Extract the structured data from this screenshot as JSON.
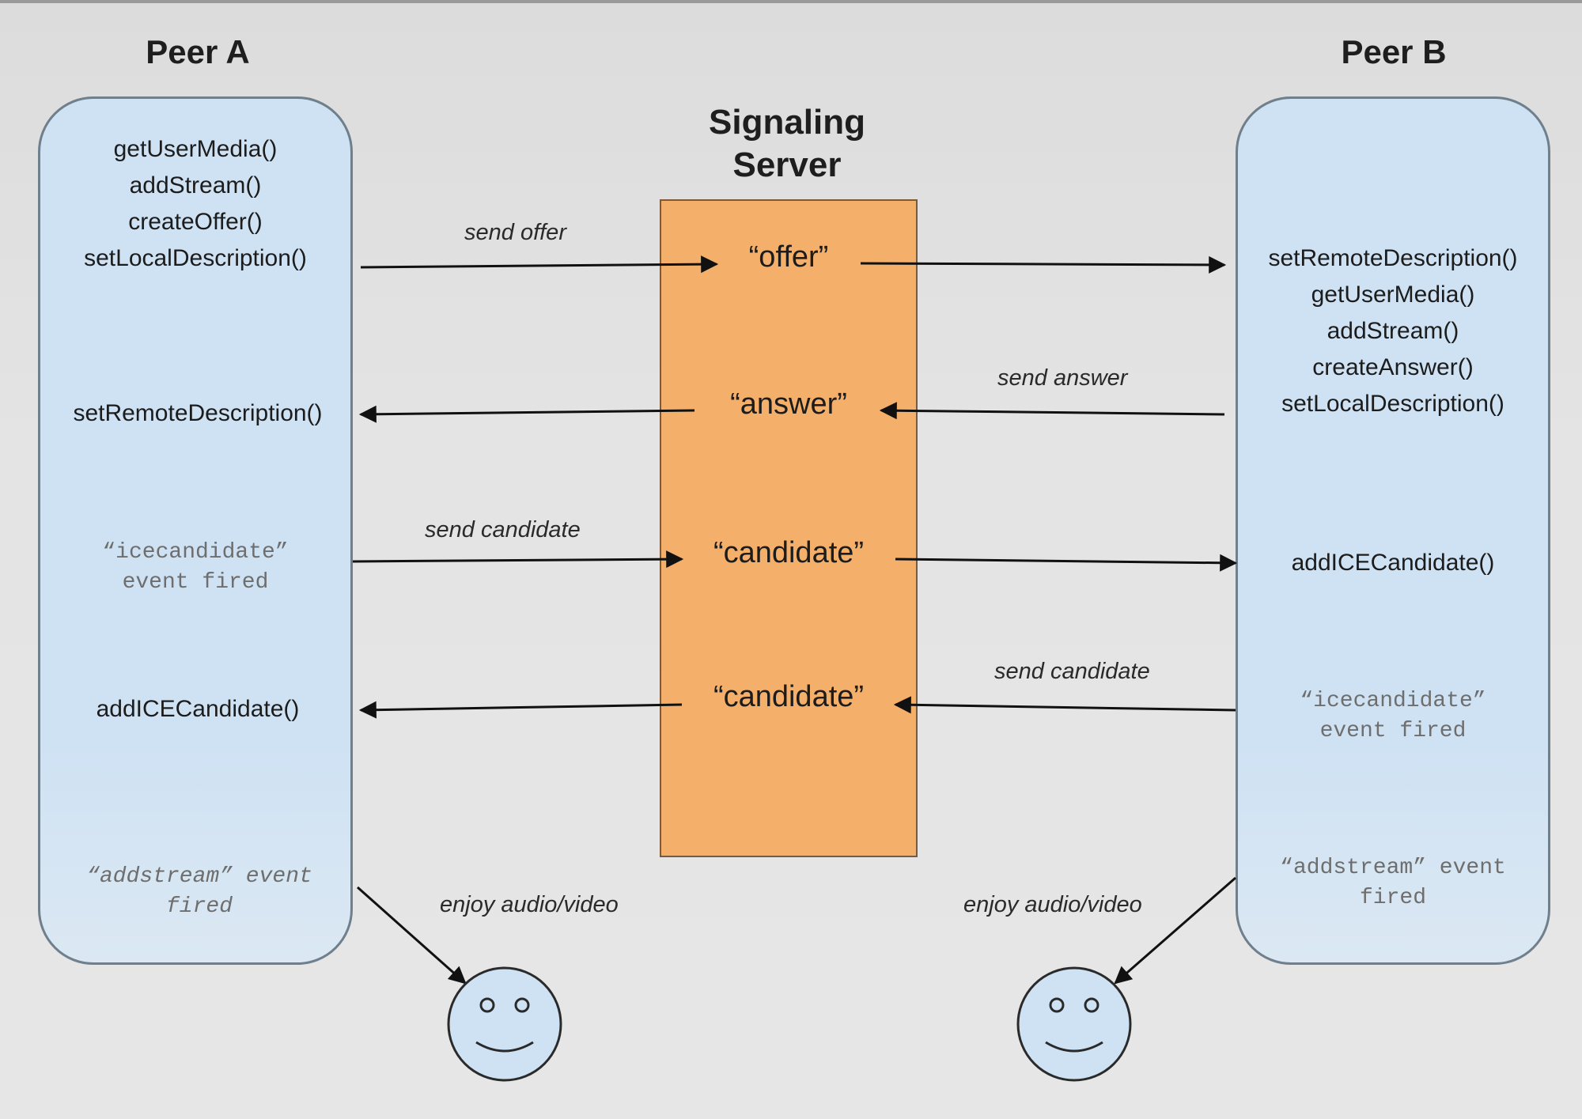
{
  "peer_a": {
    "title": "Peer A",
    "methods_1": [
      "getUserMedia()",
      "addStream()",
      "createOffer()",
      "setLocalDescription()"
    ],
    "method_2": "setRemoteDescription()",
    "event_ice": "“icecandidate”\nevent fired",
    "method_3": "addICECandidate()",
    "event_addstream": "“addstream” event\nfired"
  },
  "peer_b": {
    "title": "Peer B",
    "methods_1": [
      "setRemoteDescription()",
      "getUserMedia()",
      "addStream()",
      "createAnswer()",
      "setLocalDescription()"
    ],
    "method_2": "addICECandidate()",
    "event_ice": "“icecandidate”\nevent fired",
    "event_addstream": "“addstream” event\nfired"
  },
  "server": {
    "title_line1": "Signaling",
    "title_line2": "Server",
    "msg_offer": "“offer”",
    "msg_answer": "“answer”",
    "msg_candidate_1": "“candidate”",
    "msg_candidate_2": "“candidate”"
  },
  "labels": {
    "send_offer": "send offer",
    "send_answer": "send answer",
    "send_candidate_a": "send candidate",
    "send_candidate_b": "send candidate",
    "enjoy_a": "enjoy audio/video",
    "enjoy_b": "enjoy audio/video"
  },
  "colors": {
    "peer_fill": "#cfe2f3",
    "server_fill": "#f4b06b",
    "face_fill": "#cfe2f3"
  }
}
